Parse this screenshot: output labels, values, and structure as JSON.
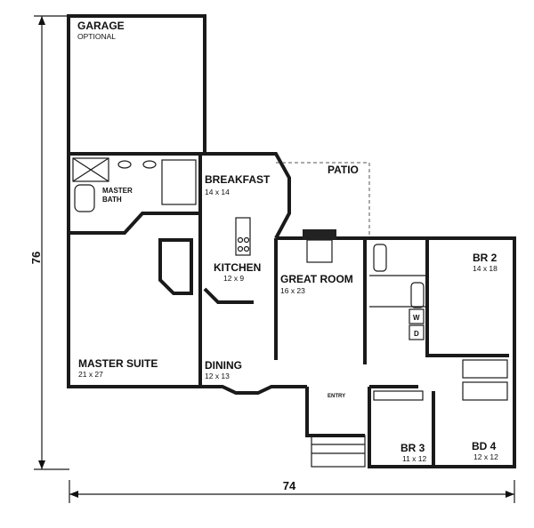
{
  "rooms": {
    "garage": {
      "name": "GARAGE",
      "note": "OPTIONAL"
    },
    "breakfast": {
      "name": "BREAKFAST",
      "size": "14 x 14"
    },
    "patio": {
      "name": "PATIO"
    },
    "master_bath": {
      "name_line1": "MASTER",
      "name_line2": "BATH"
    },
    "kitchen": {
      "name": "KITCHEN",
      "size": "12 x 9"
    },
    "great_room": {
      "name": "GREAT ROOM",
      "size": "16 x 23"
    },
    "br2": {
      "name": "BR 2",
      "size": "14 x 18"
    },
    "master_suite": {
      "name": "MASTER SUITE",
      "size": "21 x 27"
    },
    "dining": {
      "name": "DINING",
      "size": "12 x 13"
    },
    "entry": {
      "name": "ENTRY"
    },
    "br3": {
      "name": "BR 3",
      "size": "11 x 12"
    },
    "bd4": {
      "name": "BD 4",
      "size": "12 x 12"
    },
    "washer": {
      "name": "W"
    },
    "dryer": {
      "name": "D"
    }
  },
  "dimensions": {
    "depth": "76",
    "width": "74"
  }
}
